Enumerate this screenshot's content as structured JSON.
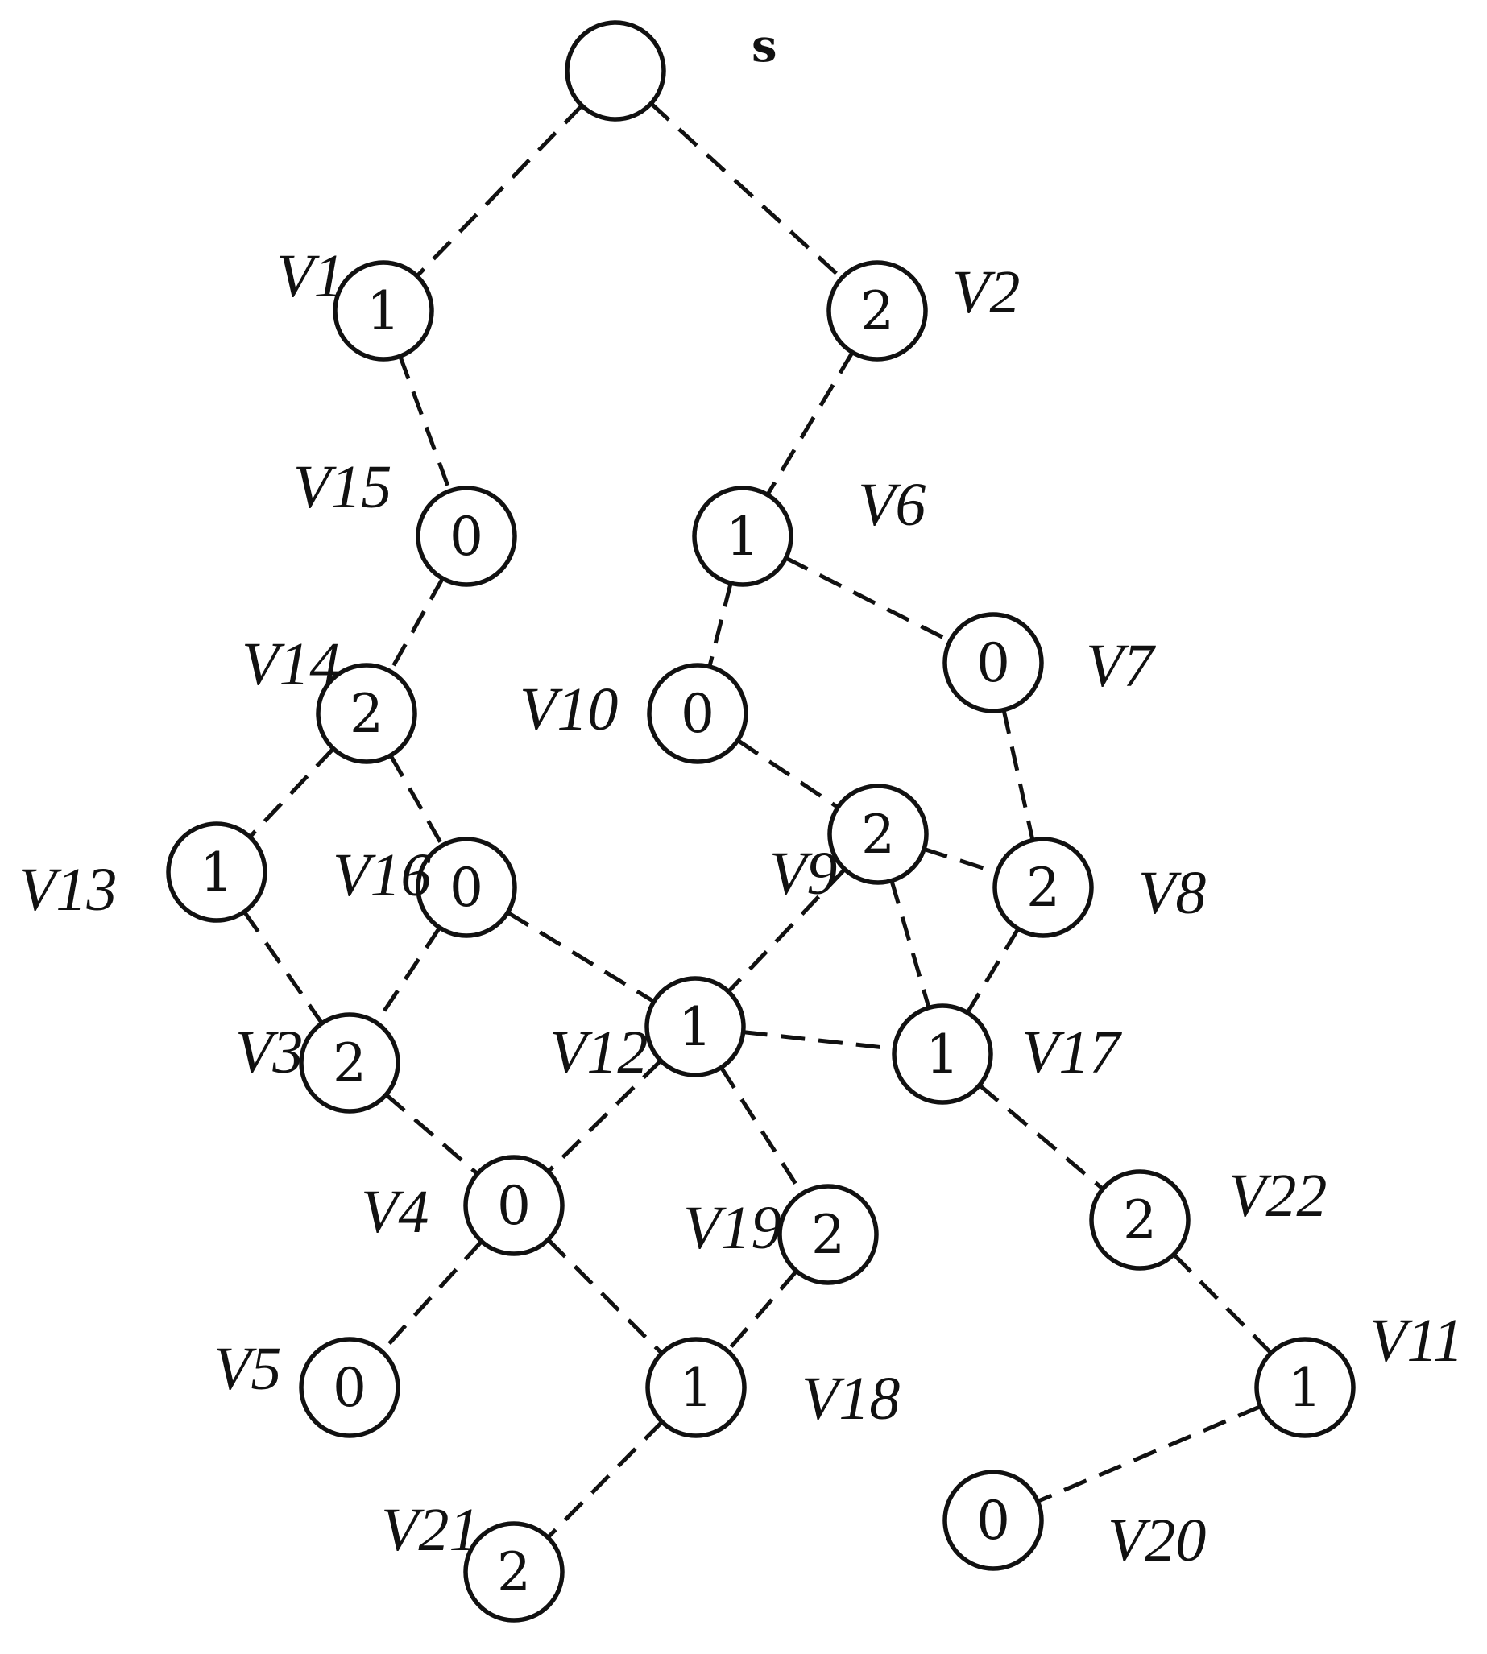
{
  "diagram": {
    "nodes": [
      {
        "id": "S",
        "label": "s",
        "value": ""
      },
      {
        "id": "V1",
        "label": "V1",
        "value": "1"
      },
      {
        "id": "V2",
        "label": "V2",
        "value": "2"
      },
      {
        "id": "V15",
        "label": "V15",
        "value": "0"
      },
      {
        "id": "V6",
        "label": "V6",
        "value": "1"
      },
      {
        "id": "V14",
        "label": "V14",
        "value": "2"
      },
      {
        "id": "V10",
        "label": "V10",
        "value": "0"
      },
      {
        "id": "V7",
        "label": "V7",
        "value": "0"
      },
      {
        "id": "V9",
        "label": "V9",
        "value": "2"
      },
      {
        "id": "V13",
        "label": "V13",
        "value": "1"
      },
      {
        "id": "V16",
        "label": "V16",
        "value": "0"
      },
      {
        "id": "V8",
        "label": "V8",
        "value": "2"
      },
      {
        "id": "V12",
        "label": "V12",
        "value": "1"
      },
      {
        "id": "V17",
        "label": "V17",
        "value": "1"
      },
      {
        "id": "V3",
        "label": "V3",
        "value": "2"
      },
      {
        "id": "V4",
        "label": "V4",
        "value": "0"
      },
      {
        "id": "V19",
        "label": "V19",
        "value": "2"
      },
      {
        "id": "V22",
        "label": "V22",
        "value": "2"
      },
      {
        "id": "V5",
        "label": "V5",
        "value": "0"
      },
      {
        "id": "V18",
        "label": "V18",
        "value": "1"
      },
      {
        "id": "V11",
        "label": "V11",
        "value": "1"
      },
      {
        "id": "V21",
        "label": "V21",
        "value": "2"
      },
      {
        "id": "V20",
        "label": "V20",
        "value": "0"
      }
    ],
    "edges": [
      [
        "S",
        "V1"
      ],
      [
        "S",
        "V2"
      ],
      [
        "V1",
        "V15"
      ],
      [
        "V2",
        "V6"
      ],
      [
        "V15",
        "V14"
      ],
      [
        "V6",
        "V10"
      ],
      [
        "V6",
        "V7"
      ],
      [
        "V14",
        "V13"
      ],
      [
        "V14",
        "V16"
      ],
      [
        "V10",
        "V9"
      ],
      [
        "V7",
        "V8"
      ],
      [
        "V9",
        "V8"
      ],
      [
        "V9",
        "V12"
      ],
      [
        "V9",
        "V17"
      ],
      [
        "V8",
        "V17"
      ],
      [
        "V13",
        "V3"
      ],
      [
        "V16",
        "V3"
      ],
      [
        "V16",
        "V12"
      ],
      [
        "V12",
        "V17"
      ],
      [
        "V12",
        "V4"
      ],
      [
        "V12",
        "V19"
      ],
      [
        "V3",
        "V4"
      ],
      [
        "V17",
        "V22"
      ],
      [
        "V4",
        "V5"
      ],
      [
        "V4",
        "V18"
      ],
      [
        "V19",
        "V18"
      ],
      [
        "V22",
        "V11"
      ],
      [
        "V18",
        "V21"
      ],
      [
        "V11",
        "V20"
      ]
    ]
  }
}
